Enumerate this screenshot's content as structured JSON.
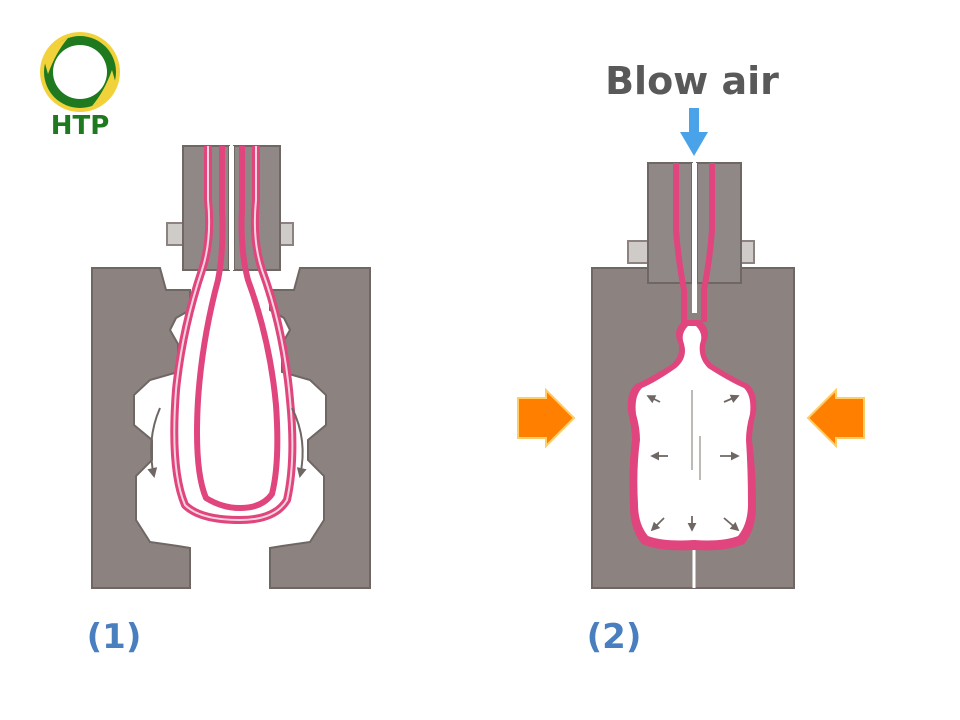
{
  "logo": {
    "text": "HTP"
  },
  "panel1": {
    "label": "(1)"
  },
  "panel2": {
    "label": "(2)",
    "blow_label": "Blow air"
  },
  "colors": {
    "mold": "#8c8380",
    "mold_edge": "#6f6764",
    "nozzle": "#8f8887",
    "collar": "#cfcbc9",
    "parison": "#e0457d",
    "parison_inner": "#f6d5df",
    "arrow_blue": "#4aa3e8",
    "arrow_orange": "#ff7f00",
    "label_blue": "#4a7fbf",
    "logo_green": "#1f7a1f",
    "logo_yellow": "#f2d23a",
    "text_gray": "#595959"
  }
}
